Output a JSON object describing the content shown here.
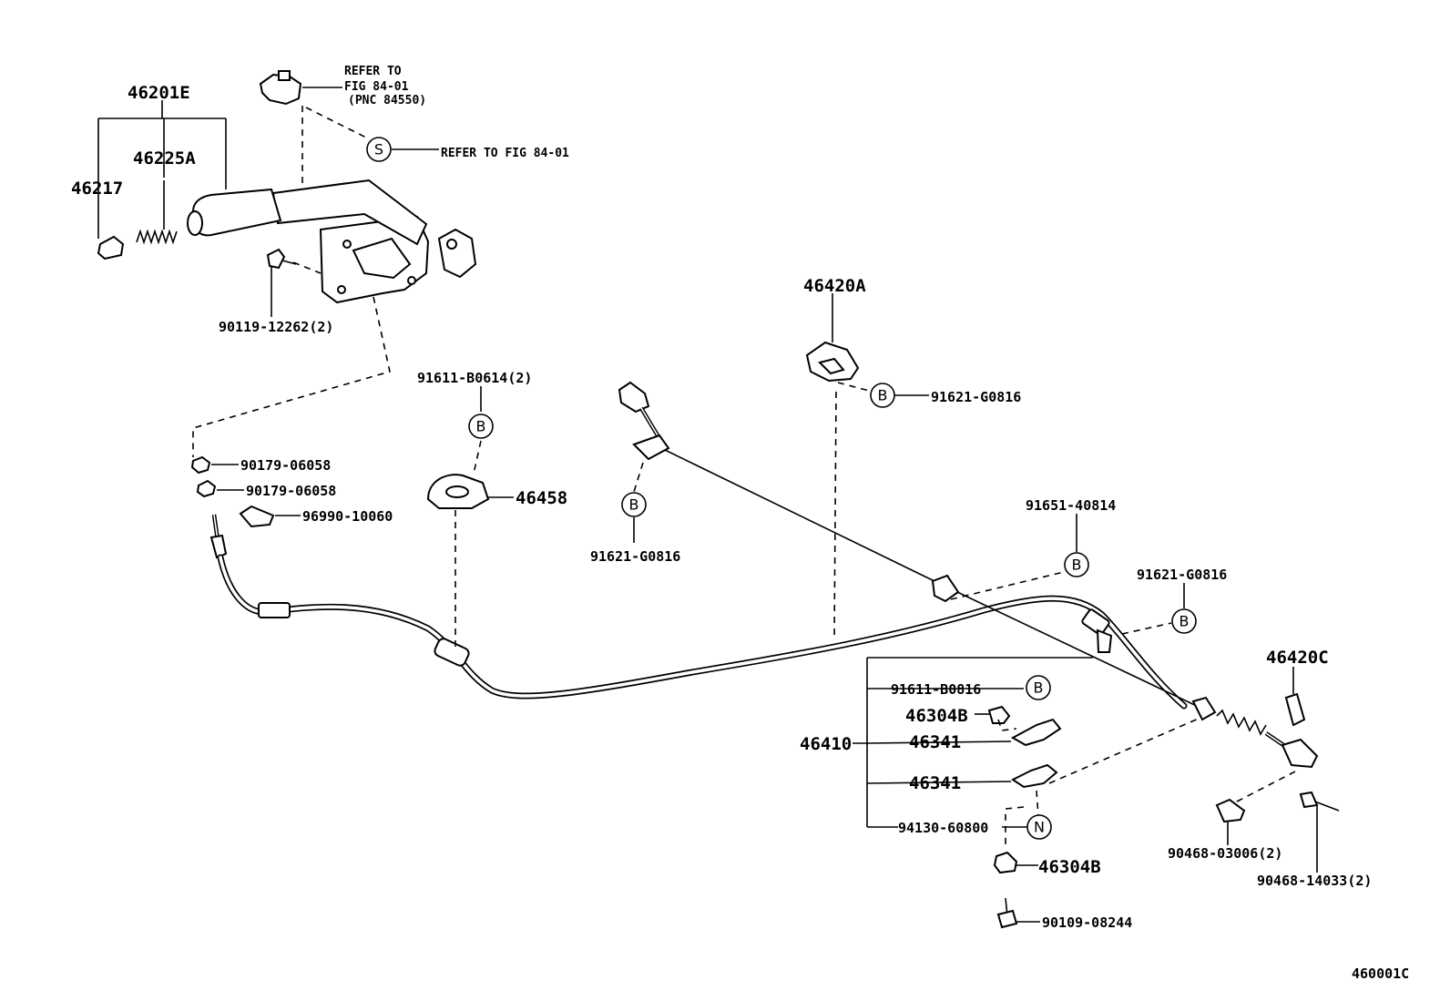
{
  "callouts": [
    {
      "id": "46201E",
      "text": "46201E"
    },
    {
      "id": "46225A",
      "text": "46225A"
    },
    {
      "id": "46217",
      "text": "46217"
    },
    {
      "id": "90119-12262",
      "text": "90119-12262(2)"
    },
    {
      "id": "refer-fig-line1",
      "text": "REFER TO"
    },
    {
      "id": "refer-fig-line2",
      "text": "FIG 84-01"
    },
    {
      "id": "refer-fig-line3",
      "text": "(PNC 84550)"
    },
    {
      "id": "refer-fig-s",
      "text": "REFER TO FIG 84-01"
    },
    {
      "id": "90179-06058-a",
      "text": "90179-06058"
    },
    {
      "id": "90179-06058-b",
      "text": "90179-06058"
    },
    {
      "id": "96990-10060",
      "text": "96990-10060"
    },
    {
      "id": "91611-B0614",
      "text": "91611-B0614(2)"
    },
    {
      "id": "46458",
      "text": "46458"
    },
    {
      "id": "91621-G0816-a",
      "text": "91621-G0816"
    },
    {
      "id": "46420A",
      "text": "46420A"
    },
    {
      "id": "91621-G0816-b",
      "text": "91621-G0816"
    },
    {
      "id": "91651-40814",
      "text": "91651-40814"
    },
    {
      "id": "91621-G0816-c",
      "text": "91621-G0816"
    },
    {
      "id": "46420C",
      "text": "46420C"
    },
    {
      "id": "91611-B0816",
      "text": "91611-B0816"
    },
    {
      "id": "46304B-a",
      "text": "46304B"
    },
    {
      "id": "46341-a",
      "text": "46341"
    },
    {
      "id": "46410",
      "text": "46410"
    },
    {
      "id": "46341-b",
      "text": "46341"
    },
    {
      "id": "94130-60800",
      "text": "94130-60800"
    },
    {
      "id": "46304B-b",
      "text": "46304B"
    },
    {
      "id": "90109-08244",
      "text": "90109-08244"
    },
    {
      "id": "90468-03006",
      "text": "90468-03006(2)"
    },
    {
      "id": "90468-14033",
      "text": "90468-14033(2)"
    }
  ],
  "markers": {
    "s": "S",
    "b": "B",
    "n": "N"
  },
  "figure_code": "460001C"
}
